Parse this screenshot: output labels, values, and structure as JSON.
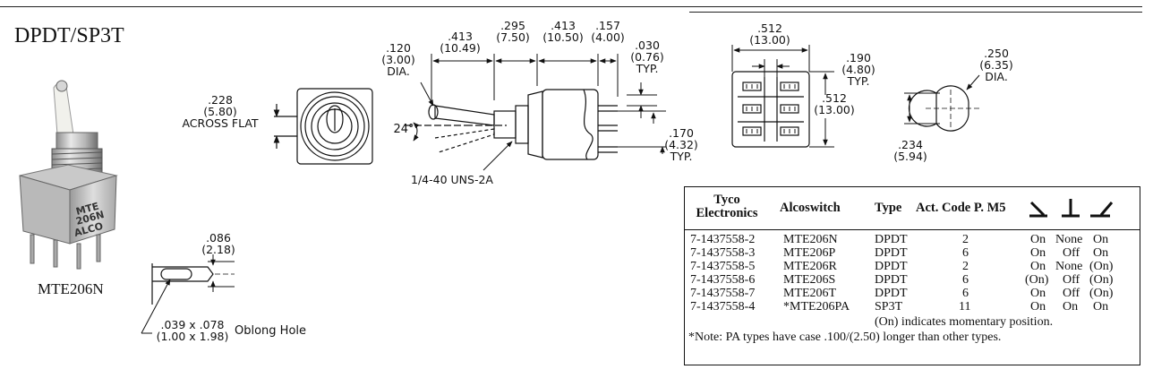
{
  "title": "DPDT/SP3T",
  "photo": {
    "caption": "MTE206N",
    "case_text": [
      "MTE",
      "206N",
      "ALCO"
    ]
  },
  "dims": {
    "flat": {
      "inch": ".228",
      "mm": "(5.80)",
      "label": "ACROSS FLAT"
    },
    "lever_dia": {
      "inch": ".120",
      "mm": "(3.00)",
      "label": "DIA."
    },
    "d413a": {
      "inch": ".413",
      "mm": "(10.49)"
    },
    "d295": {
      "inch": ".295",
      "mm": "(7.50)"
    },
    "d413b": {
      "inch": ".413",
      "mm": "(10.50)"
    },
    "d157": {
      "inch": ".157",
      "mm": "(4.00)"
    },
    "d030": {
      "inch": ".030",
      "mm": "(0.76)",
      "label": "TYP."
    },
    "angle": "24°",
    "d170": {
      "inch": ".170",
      "mm": "(4.32)",
      "label": "TYP."
    },
    "thread": "1/4-40 UNS-2A",
    "d512top": {
      "inch": ".512",
      "mm": "(13.00)"
    },
    "d190": {
      "inch": ".190",
      "mm": "(4.80)",
      "label": "TYP."
    },
    "d512side": {
      "inch": ".512",
      "mm": "(13.00)"
    },
    "d250": {
      "inch": ".250",
      "mm": "(6.35)",
      "label": "DIA."
    },
    "d234": {
      "inch": ".234",
      "mm": "(5.94)"
    },
    "d086": {
      "inch": ".086",
      "mm": "(2.18)"
    },
    "oblong": {
      "inch": ".039 x .078",
      "mm": "(1.00 x 1.98)",
      "label": "Oblong Hole"
    }
  },
  "table": {
    "headers": {
      "tyco": "Tyco Electronics",
      "alco": "Alcoswitch",
      "type": "Type",
      "act": "Act. Code P. M5"
    },
    "rows": [
      {
        "tyco": "7-1437558-2",
        "alco": "MTE206N",
        "type": "DPDT",
        "code": "2",
        "p1": "On",
        "p2": "None",
        "p3": "On"
      },
      {
        "tyco": "7-1437558-3",
        "alco": "MTE206P",
        "type": "DPDT",
        "code": "6",
        "p1": "On",
        "p2": "Off",
        "p3": "On"
      },
      {
        "tyco": "7-1437558-5",
        "alco": "MTE206R",
        "type": "DPDT",
        "code": "2",
        "p1": "On",
        "p2": "None",
        "p3": "(On)"
      },
      {
        "tyco": "7-1437558-6",
        "alco": "MTE206S",
        "type": "DPDT",
        "code": "6",
        "p1": "(On)",
        "p2": "Off",
        "p3": "(On)"
      },
      {
        "tyco": "7-1437558-7",
        "alco": "MTE206T",
        "type": "DPDT",
        "code": "6",
        "p1": "On",
        "p2": "Off",
        "p3": "(On)"
      },
      {
        "tyco": "7-1437558-4",
        "alco": "*MTE206PA",
        "type": "SP3T",
        "code": "11",
        "p1": "On",
        "p2": "On",
        "p3": "On"
      }
    ],
    "momentary_note": "(On) indicates momentary position.",
    "pa_note": "*Note: PA types have case .100/(2.50) longer than other types."
  }
}
